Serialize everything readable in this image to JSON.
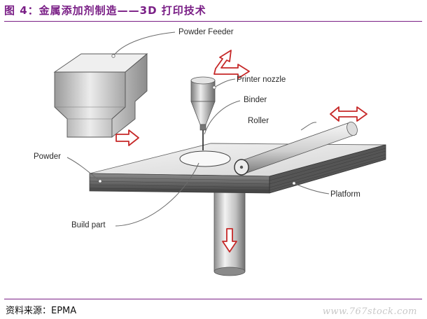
{
  "figure": {
    "title": "图 4：金属添加剂制造——3D 打印技术",
    "source": "资料来源：EPMA",
    "watermark": "www.767stock.com"
  },
  "labels": {
    "powder_feeder": "Powder Feeder",
    "printer_nozzle": "Printer nozzle",
    "binder": "Binder",
    "roller": "Roller",
    "powder": "Powder",
    "platform": "Platform",
    "build_part": "Build part"
  },
  "colors": {
    "title": "#7a1f86",
    "arrow_red": "#c62828",
    "metal_light": "#f2f2f2",
    "metal_dark": "#6e6e6e"
  }
}
